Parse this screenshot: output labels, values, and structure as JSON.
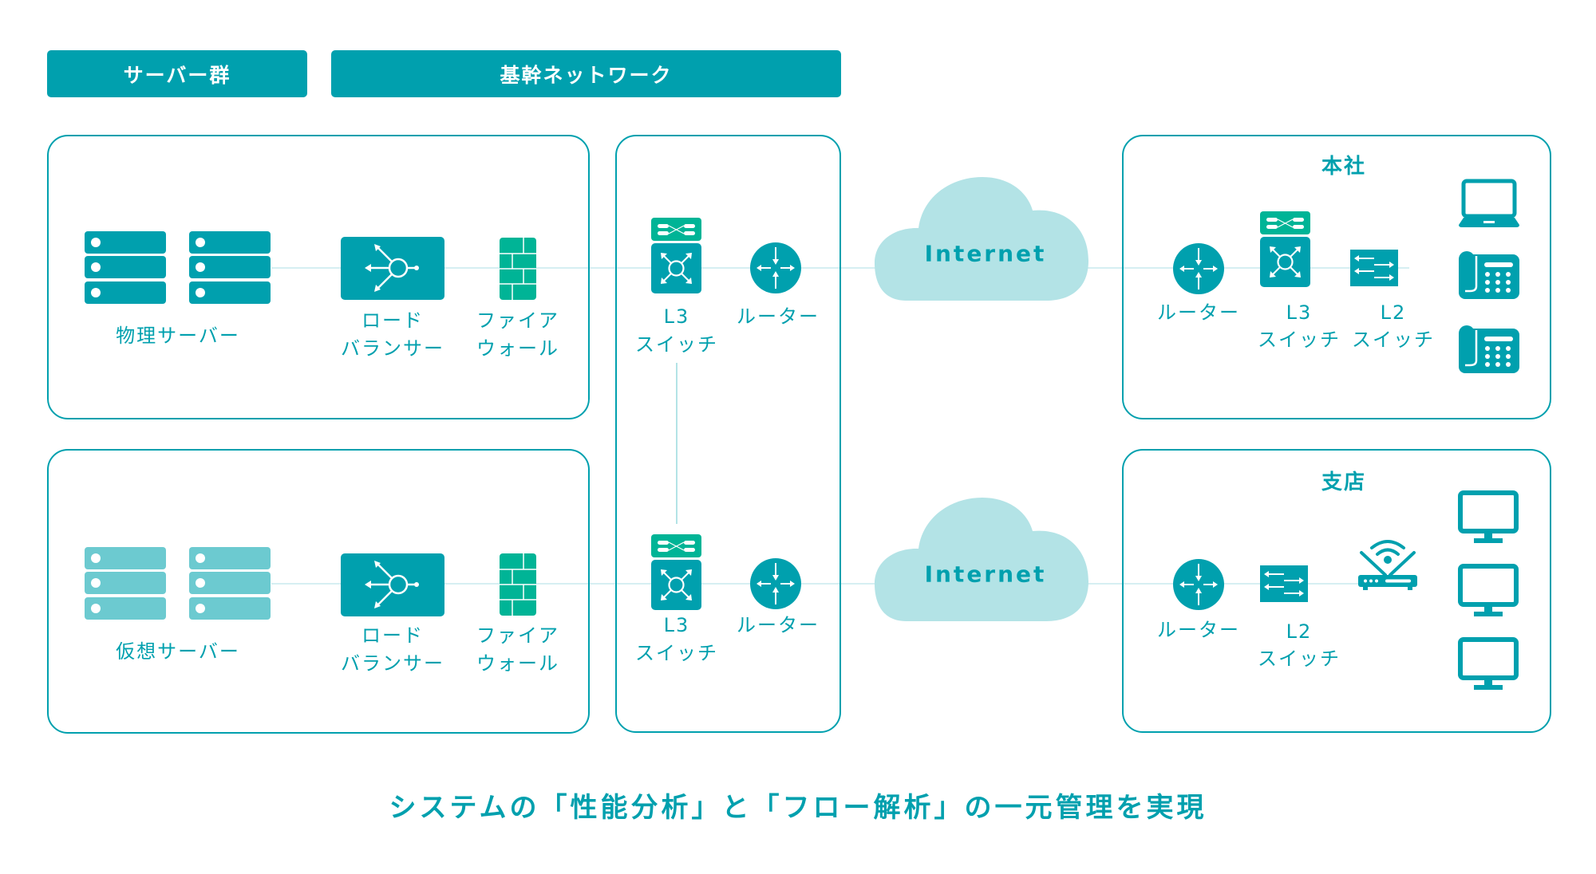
{
  "headers": {
    "server_group": "サーバー群",
    "backbone": "基幹ネットワーク"
  },
  "server_zone": {
    "physical": {
      "server_label": "物理サーバー",
      "load_balancer": [
        "ロード",
        "バランサー"
      ],
      "firewall": [
        "ファイア",
        "ウォール"
      ]
    },
    "virtual": {
      "server_label": "仮想サーバー",
      "load_balancer": [
        "ロード",
        "バランサー"
      ],
      "firewall": [
        "ファイア",
        "ウォール"
      ]
    }
  },
  "backbone": {
    "upper": {
      "l3_switch": [
        "L3",
        "スイッチ"
      ],
      "router": "ルーター"
    },
    "lower": {
      "l3_switch": [
        "L3",
        "スイッチ"
      ],
      "router": "ルーター"
    }
  },
  "internet": {
    "upper": "Internet",
    "lower": "Internet"
  },
  "headquarters": {
    "title": "本社",
    "router": "ルーター",
    "l3_switch": [
      "L3",
      "スイッチ"
    ],
    "l2_switch": [
      "L2",
      "スイッチ"
    ],
    "devices": [
      "laptop",
      "ip-phone",
      "ip-phone"
    ]
  },
  "branch": {
    "title": "支店",
    "router": "ルーター",
    "l2_switch": [
      "L2",
      "スイッチ"
    ],
    "wifi": "wireless-router",
    "devices": [
      "desktop-monitor",
      "desktop-monitor",
      "desktop-monitor"
    ]
  },
  "caption": "システムの「性能分析」と「フロー解析」の一元管理を実現",
  "colors": {
    "primary": "#00a0ae",
    "firewall_green": "#00b496",
    "virtual_server": "#6ccad0",
    "cloud": "#b3e3e6",
    "connector": "#d6eff2"
  }
}
